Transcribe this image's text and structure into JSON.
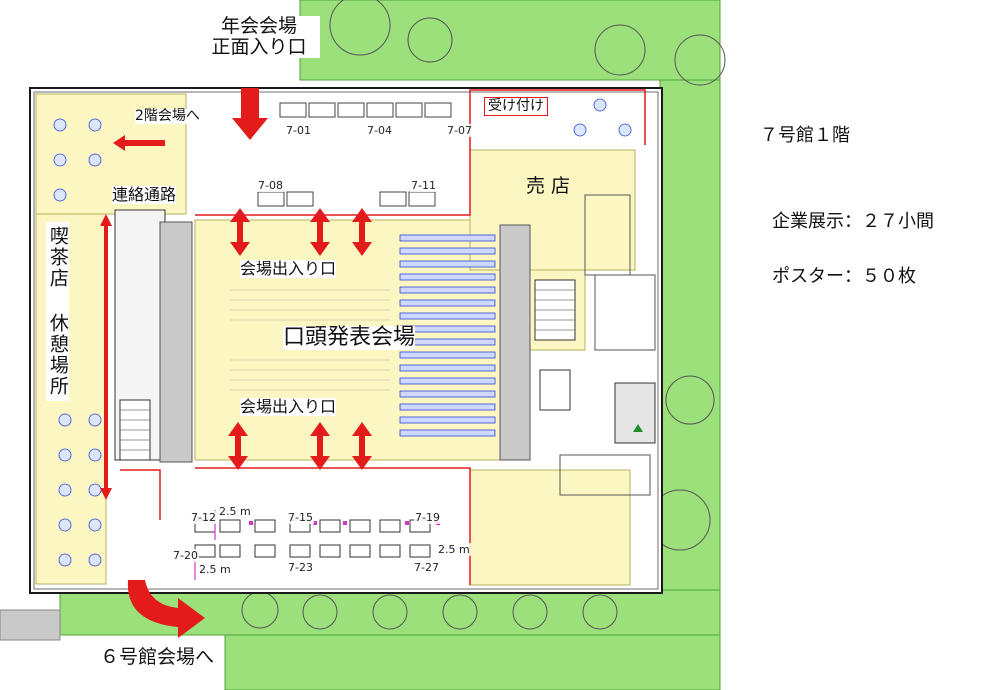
{
  "map": {
    "summary": {
      "building_floor": "７号館１階",
      "exhibits": "企業展示：２７小間",
      "posters": "ポスター：５０枚"
    },
    "labels": {
      "main_entrance": "年会会場\n正面入り口",
      "second_floor": "2階会場へ",
      "reception": "受け付け",
      "shop": "売 店",
      "corridor": "連絡通路",
      "cafe_rest": "喫茶店 休憩場所",
      "hall_entrance_top": "会場出入り口",
      "oral_hall": "口頭発表会場",
      "hall_entrance_bottom": "会場出入り口",
      "building6": "６号館会場へ"
    },
    "booths": [
      "7-01",
      "7-04",
      "7-07",
      "7-08",
      "7-11",
      "7-12",
      "7-15",
      "7-19",
      "7-20",
      "7-23",
      "7-27"
    ],
    "dimensions": {
      "spacing_left_top": "2.5 m",
      "spacing_right": "2.5 m",
      "spacing_left_bottom": "2.5 m"
    },
    "colors": {
      "arrow_red": "#e31b1b",
      "landscape_green": "#9be07a",
      "hall_yellow": "#fbf6c2",
      "wall_blue": "#2b47d6",
      "dimension_magenta": "#d633c7"
    }
  }
}
